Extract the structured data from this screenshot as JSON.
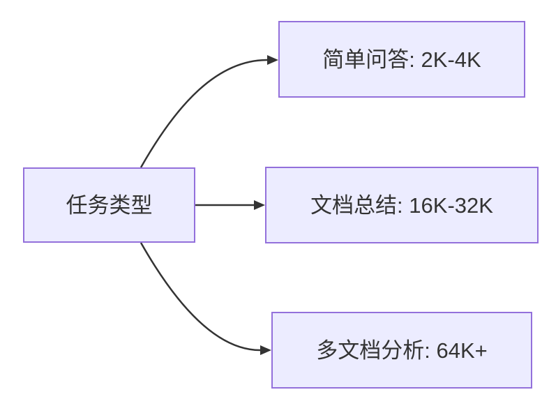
{
  "diagram": {
    "type": "flowchart",
    "direction": "LR",
    "colors": {
      "background": "#ffffff",
      "node_fill": "#ececff",
      "node_border": "#9370db",
      "edge": "#333333",
      "text": "#333333"
    },
    "nodes": [
      {
        "id": "task-type",
        "label": "任务类型"
      },
      {
        "id": "simple-qa",
        "label": "简单问答: 2K-4K"
      },
      {
        "id": "doc-summary",
        "label": "文档总结: 16K-32K"
      },
      {
        "id": "multi-doc",
        "label": "多文档分析: 64K+"
      }
    ],
    "edges": [
      {
        "from": "任务类型",
        "to": "简单问答: 2K-4K"
      },
      {
        "from": "任务类型",
        "to": "文档总结: 16K-32K"
      },
      {
        "from": "任务类型",
        "to": "多文档分析: 64K+"
      }
    ]
  }
}
